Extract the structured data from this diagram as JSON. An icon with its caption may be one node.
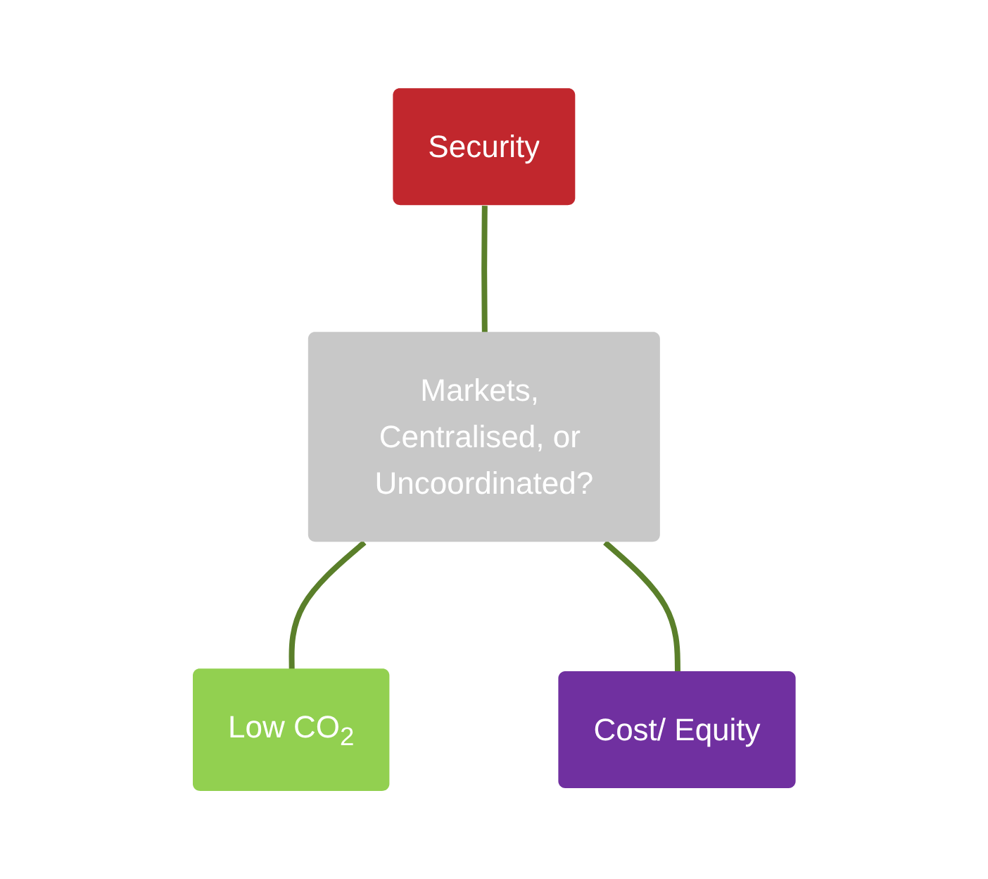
{
  "diagram": {
    "nodes": [
      {
        "text": [
          "Security"
        ]
      },
      {
        "text": [
          "Markets, Centralised, or Uncoordinated?"
        ]
      },
      {
        "text": [
          "Low CO$_{2}$"
        ]
      },
      {
        "text": [
          "Cost/ Equity"
        ]
      }
    ],
    "edges": [
      {
        "from": 1,
        "to": 0,
        "arrow": "none"
      },
      {
        "from": 1,
        "to": 2,
        "arrow": "none"
      },
      {
        "from": 1,
        "to": 3,
        "arrow": "none"
      }
    ]
  }
}
